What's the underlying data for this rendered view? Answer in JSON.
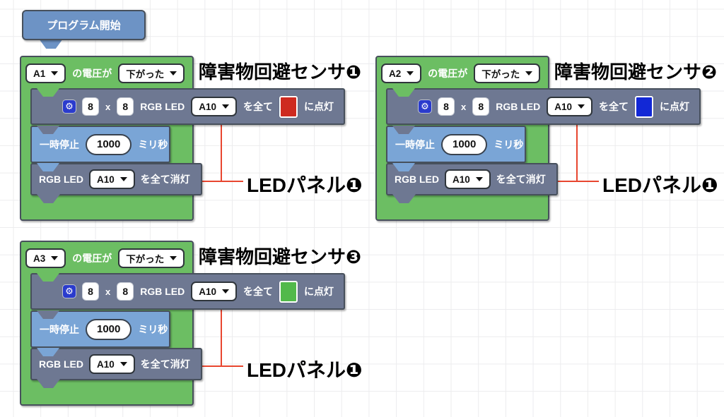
{
  "icons": {
    "gear": "⚙"
  },
  "colors": {
    "event_block_green": "#6cbe63",
    "action_block_slate": "#6e7892",
    "pause_block_blue": "#7aa5d6",
    "start_block_blue": "#6d93c5",
    "connector_line_red": "#e8462f",
    "swatch_red": "#ce2a20",
    "swatch_blue": "#1228d6",
    "swatch_green": "#52b94a"
  },
  "start_block": {
    "label": "プログラム開始"
  },
  "programs": [
    {
      "port": "A1",
      "voltage_text": "の電圧が",
      "condition": "下がった",
      "sensor_label": "障害物回避センサ❶",
      "panel_label": "LEDパネル❶",
      "matrix": {
        "width": "8",
        "times": "x",
        "height": "8",
        "device": "RGB LED",
        "port": "A10",
        "target_text": "を全て",
        "color": "#ce2a20",
        "swatch_style": "background:#ce2a20",
        "action_text": "に点灯"
      },
      "pause": {
        "label": "一時停止",
        "value": "1000",
        "unit": "ミリ秒"
      },
      "off": {
        "device": "RGB LED",
        "port": "A10",
        "action_text": "を全て消灯"
      }
    },
    {
      "port": "A2",
      "voltage_text": "の電圧が",
      "condition": "下がった",
      "sensor_label": "障害物回避センサ❷",
      "panel_label": "LEDパネル❶",
      "matrix": {
        "width": "8",
        "times": "x",
        "height": "8",
        "device": "RGB LED",
        "port": "A10",
        "target_text": "を全て",
        "color": "#1228d6",
        "swatch_style": "background:#1228d6",
        "action_text": "に点灯"
      },
      "pause": {
        "label": "一時停止",
        "value": "1000",
        "unit": "ミリ秒"
      },
      "off": {
        "device": "RGB LED",
        "port": "A10",
        "action_text": "を全て消灯"
      }
    },
    {
      "port": "A3",
      "voltage_text": "の電圧が",
      "condition": "下がった",
      "sensor_label": "障害物回避センサ❸",
      "panel_label": "LEDパネル❶",
      "matrix": {
        "width": "8",
        "times": "x",
        "height": "8",
        "device": "RGB LED",
        "port": "A10",
        "target_text": "を全て",
        "color": "#52b94a",
        "swatch_style": "background:#52b94a",
        "action_text": "に点灯"
      },
      "pause": {
        "label": "一時停止",
        "value": "1000",
        "unit": "ミリ秒"
      },
      "off": {
        "device": "RGB LED",
        "port": "A10",
        "action_text": "を全て消灯"
      }
    }
  ]
}
